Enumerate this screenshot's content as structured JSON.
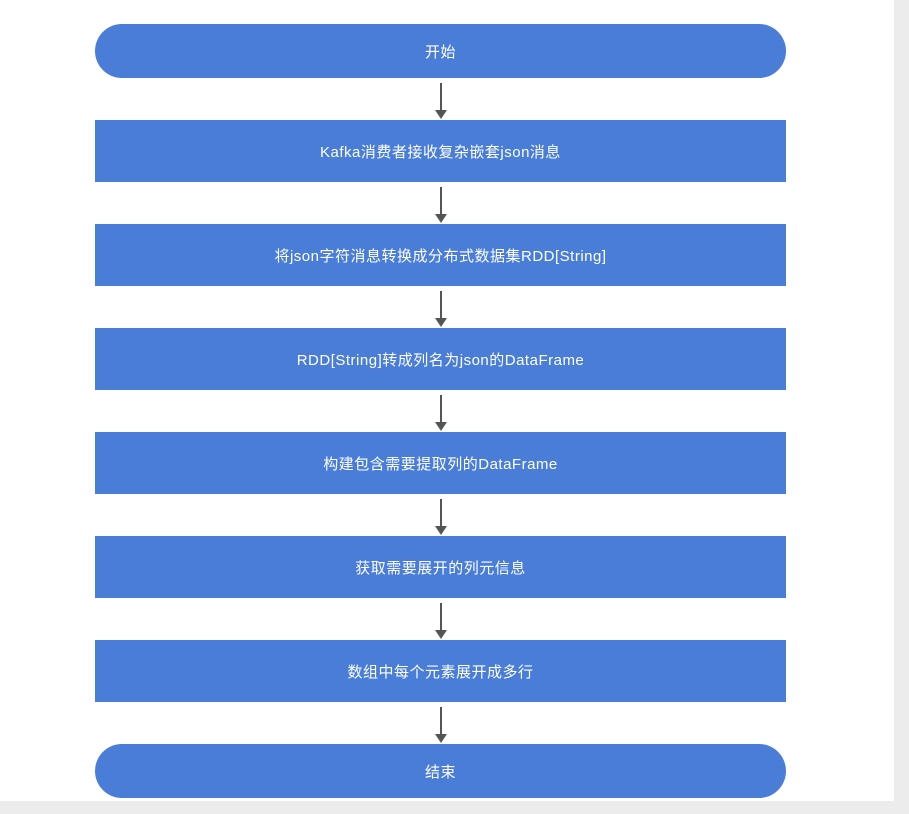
{
  "flowchart": {
    "node_color": "#4a7dd8",
    "arrow_color": "#555555",
    "text_color": "#ffffff",
    "nodes": [
      {
        "id": "start",
        "type": "terminator",
        "label": "开始"
      },
      {
        "id": "step1",
        "type": "process",
        "label": "Kafka消费者接收复杂嵌套json消息"
      },
      {
        "id": "step2",
        "type": "process",
        "label": "将json字符消息转换成分布式数据集RDD[String]"
      },
      {
        "id": "step3",
        "type": "process",
        "label": "RDD[String]转成列名为json的DataFrame"
      },
      {
        "id": "step4",
        "type": "process",
        "label": "构建包含需要提取列的DataFrame"
      },
      {
        "id": "step5",
        "type": "process",
        "label": "获取需要展开的列元信息"
      },
      {
        "id": "step6",
        "type": "process",
        "label": "数组中每个元素展开成多行"
      },
      {
        "id": "end",
        "type": "terminator",
        "label": "结束"
      }
    ]
  }
}
